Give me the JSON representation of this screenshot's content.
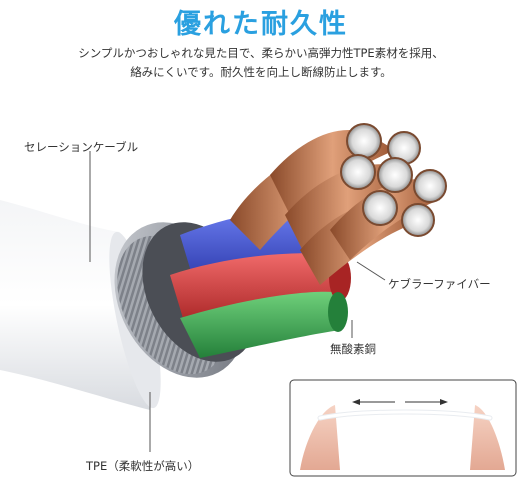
{
  "heading": {
    "title": "優れた耐久性"
  },
  "description": {
    "line1": "シンプルかつおしゃれな見た目で、柔らかい高弾力性TPE素材を採用、",
    "line2": "絡みにくいです。耐久性を向上し断線防止します。"
  },
  "callouts": {
    "serration_cable": "セレーションケーブル",
    "kevlar_fiber": "ケブラーファイバー",
    "oxygen_free_copper": "無酸素銅",
    "tpe": "TPE（柔軟性が高い）"
  },
  "colors": {
    "title": "#2aa0e0",
    "wire_blue": "#3a4fd0",
    "wire_red": "#d23a3a",
    "wire_green": "#3aa648",
    "copper": "#c8794a"
  }
}
